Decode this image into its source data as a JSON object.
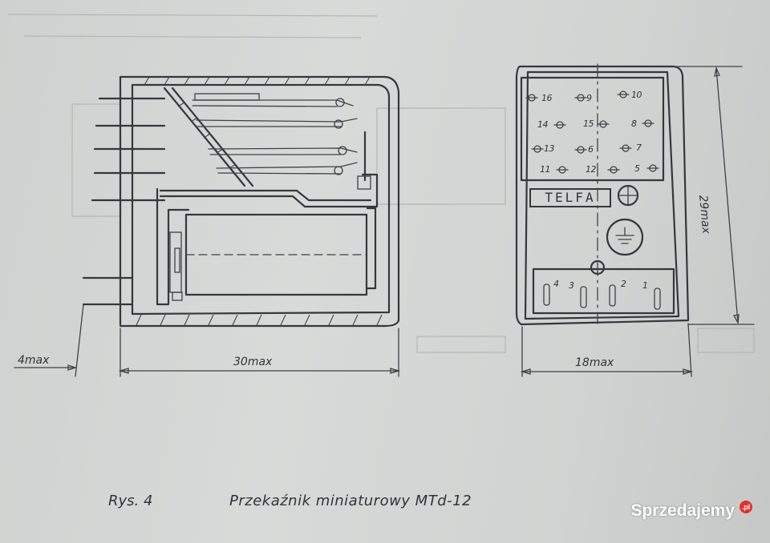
{
  "figure": {
    "caption_label": "Rys. 4",
    "caption_title": "Przekaźnik miniaturowy MTd-12"
  },
  "dimensions": {
    "pin_length": "4max",
    "depth": "30max",
    "width": "18max",
    "height": "29max"
  },
  "front_view": {
    "brand": "TELFA",
    "coil_terminals": [
      "4",
      "3",
      "2",
      "1"
    ],
    "contact_pins": [
      {
        "label": "16"
      },
      {
        "label": "9"
      },
      {
        "label": "10"
      },
      {
        "label": "14"
      },
      {
        "label": "15"
      },
      {
        "label": "8"
      },
      {
        "label": "13"
      },
      {
        "label": "6"
      },
      {
        "label": "7"
      },
      {
        "label": "11"
      },
      {
        "label": "12"
      },
      {
        "label": "5"
      }
    ]
  },
  "watermark": {
    "text": "Sprzedajemy",
    "dot": ".pl"
  }
}
